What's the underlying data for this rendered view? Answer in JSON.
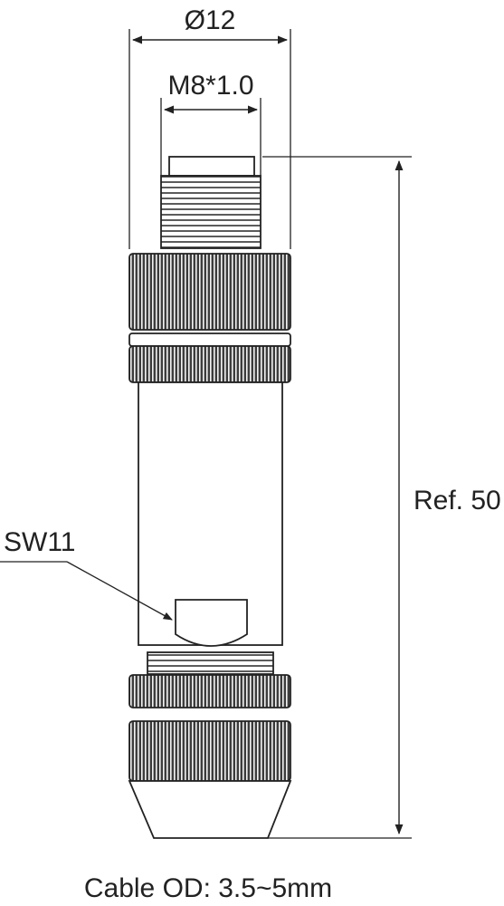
{
  "labels": {
    "diameter": "Ø12",
    "thread": "M8*1.0",
    "length": "Ref. 50",
    "wrench": "SW11",
    "cable": "Cable OD: 3.5~5mm"
  }
}
